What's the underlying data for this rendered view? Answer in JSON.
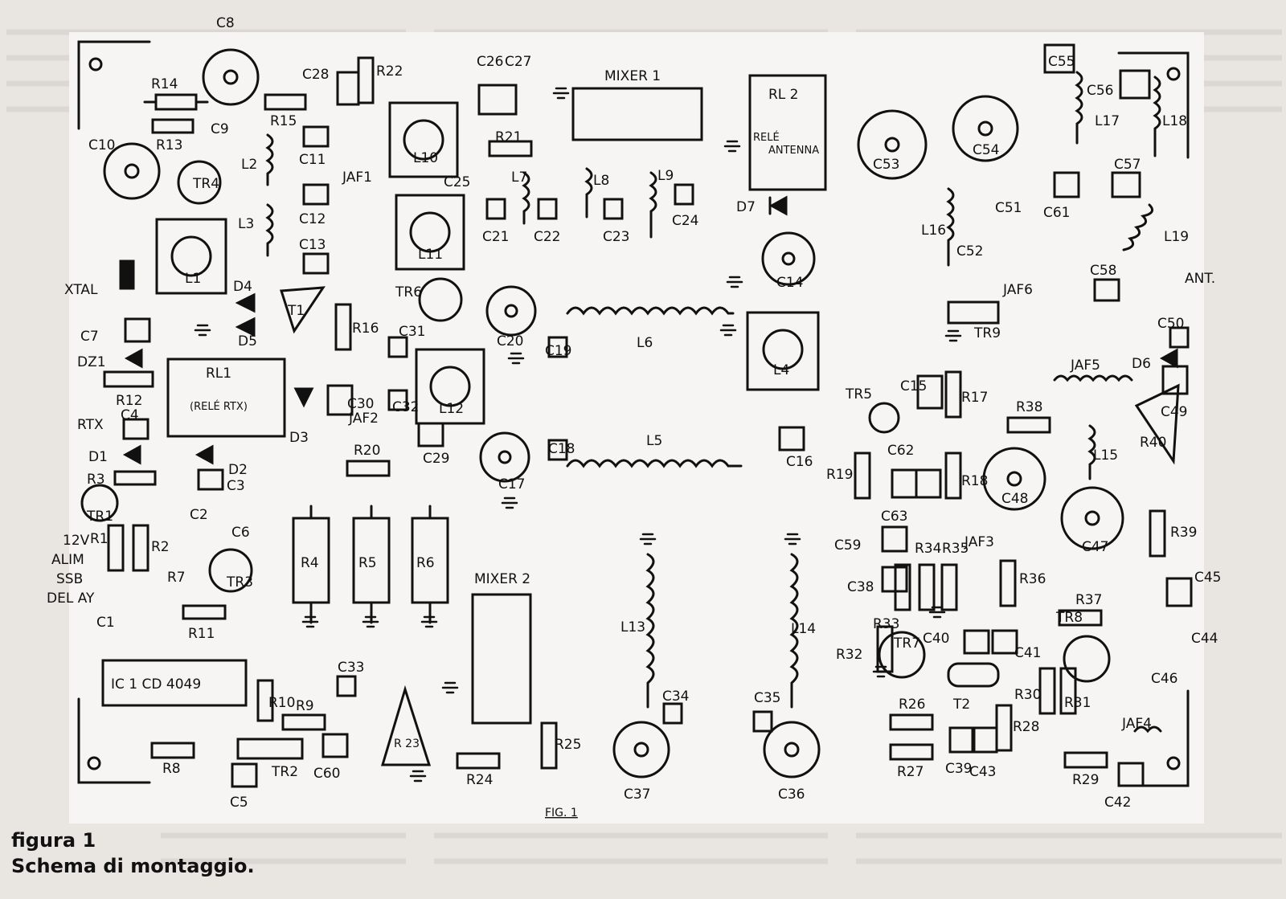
{
  "caption": {
    "title": "figura 1",
    "subtitle": "Schema di montaggio."
  },
  "figure_label": "FIG. 1",
  "modules": {
    "mixer1": "MIXER 1",
    "mixer2": "MIXER 2",
    "rl1": "RL1",
    "rl1_sub": "(RELÉ RTX)",
    "rl2": "RL 2",
    "rl2_sub1": "RELÉ",
    "rl2_sub2": "ANTENNA",
    "ic1": "IC 1  CD 4049",
    "xtal": "XTAL",
    "r23": "R 23"
  },
  "terminals": {
    "ant": "ANT.",
    "rtx": "RTX",
    "v12": "12V",
    "alim": "ALIM",
    "ssb": "SSB",
    "delay": "DEL AY"
  },
  "colors": {
    "ink": "#111111",
    "paper": "#ece8e4",
    "board": "#f7f5f3",
    "faded_text": "#bdb6b0"
  },
  "labels": [
    "C8",
    "R22",
    "C28",
    "C26",
    "C27",
    "R14",
    "R15",
    "C9",
    "R13",
    "C10",
    "TR4",
    "C11",
    "L2",
    "JAF1",
    "L10",
    "R21",
    "C25",
    "L7",
    "L8",
    "L9",
    "D7",
    "C53",
    "C54",
    "C55",
    "C56",
    "L17",
    "L18",
    "C57",
    "C61",
    "L16",
    "C51",
    "C52",
    "JAF6",
    "TR9",
    "L19",
    "C58",
    "L1",
    "L3",
    "C12",
    "C13",
    "L11",
    "C21",
    "C22",
    "C23",
    "C24",
    "C14",
    "D4",
    "D5",
    "T1",
    "TR6",
    "C20",
    "C19",
    "L6",
    "L4",
    "C50",
    "D6",
    "C7",
    "DZ1",
    "R12",
    "R16",
    "C31",
    "L12",
    "C30",
    "C32",
    "D3",
    "JAF2",
    "R20",
    "C29",
    "C18",
    "L5",
    "C17",
    "C16",
    "TR5",
    "C15",
    "R17",
    "R38",
    "JAF5",
    "C49",
    "C4",
    "D1",
    "D2",
    "R3",
    "C3",
    "TR1",
    "C2",
    "R19",
    "C62",
    "R18",
    "C48",
    "L15",
    "R40",
    "C63",
    "C47",
    "R39",
    "C6",
    "R1",
    "R2",
    "R4",
    "R5",
    "R6",
    "C59",
    "R34",
    "R35",
    "JAF3",
    "R36",
    "C45",
    "R7",
    "TR3",
    "C1",
    "R11",
    "L13",
    "L14",
    "C38",
    "R33",
    "C40",
    "C41",
    "R37",
    "TR8",
    "C44",
    "R32",
    "TR7",
    "C46",
    "C33",
    "R10",
    "R9",
    "C34",
    "C35",
    "R30",
    "R31",
    "R26",
    "T2",
    "R28",
    "JAF4",
    "R8",
    "TR2",
    "C60",
    "C5",
    "R24",
    "R25",
    "C37",
    "C36",
    "R27",
    "C39",
    "C43",
    "R29",
    "C42"
  ]
}
